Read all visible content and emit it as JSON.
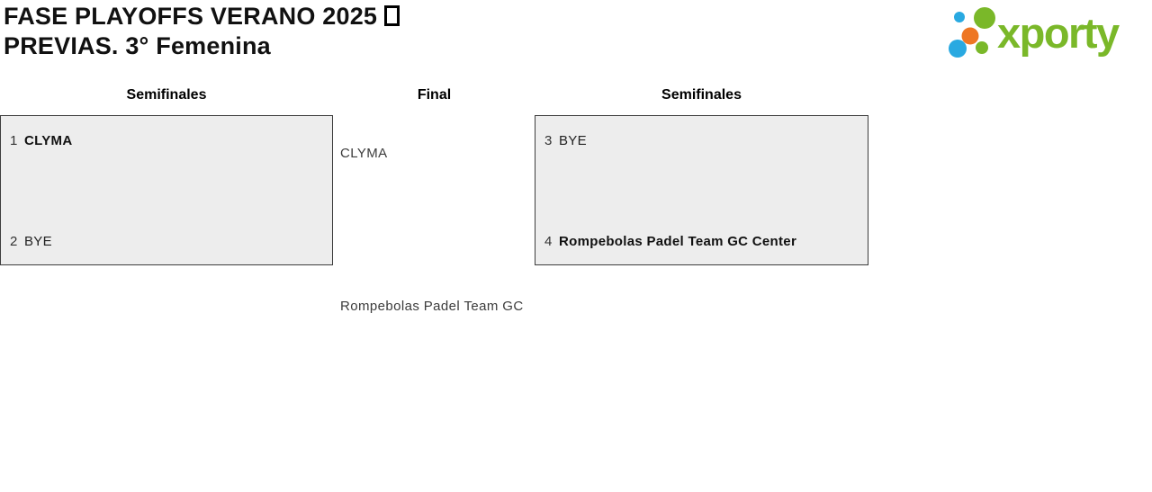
{
  "page": {
    "title_line1": "FASE PLAYOFFS VERANO 2025",
    "title_line2": "PREVIAS. 3° Femenina",
    "title_suffix_icon": "missing-glyph-box"
  },
  "logo": {
    "brand": "xporty",
    "colors": {
      "green": "#7AB829",
      "blue": "#29A9E1",
      "orange": "#EE7623"
    }
  },
  "bracket": {
    "rounds": [
      {
        "label": "Semifinales"
      },
      {
        "label": "Final"
      },
      {
        "label": "Semifinales"
      }
    ],
    "semifinal_left": {
      "slots": [
        {
          "seed": "1",
          "name": "CLYMA"
        },
        {
          "seed": "2",
          "name": "BYE"
        }
      ]
    },
    "semifinal_right": {
      "slots": [
        {
          "seed": "3",
          "name": "BYE"
        },
        {
          "seed": "4",
          "name": "Rompebolas Padel Team GC Center"
        }
      ]
    },
    "final": {
      "top_team": "CLYMA",
      "bottom_team": "Rompebolas Padel Team GC"
    }
  },
  "theme": {
    "match_box_bg": "#EDEDED",
    "match_box_border": "#3D3D3D"
  }
}
